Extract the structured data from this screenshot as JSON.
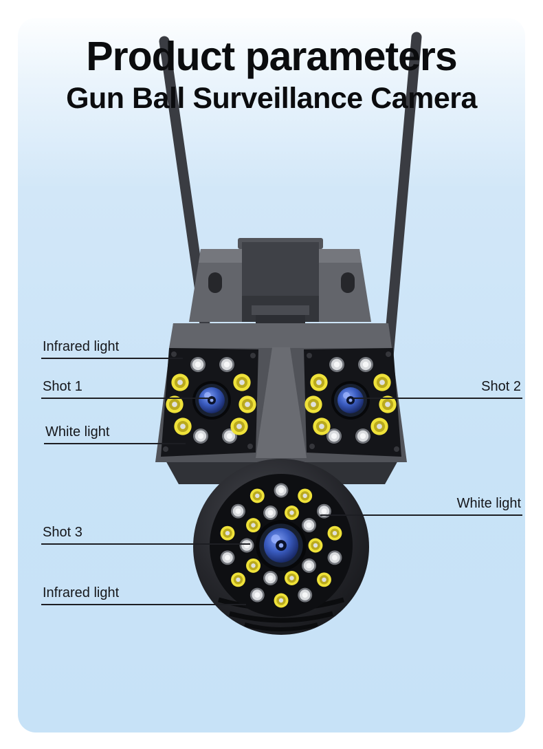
{
  "page": {
    "title": "Product parameters",
    "subtitle": "Gun Ball Surveillance Camera"
  },
  "callouts": {
    "infrared_top": "Infrared light",
    "shot1": "Shot 1",
    "white_left": "White light",
    "shot2": "Shot 2",
    "white_right": "White light",
    "shot3": "Shot 3",
    "infrared_bottom": "Infrared light"
  },
  "colors": {
    "background": "#c9e3f7",
    "panel_top": "#fdfeff",
    "camera_body": "#515359",
    "camera_panel": "#141519",
    "led_yellow": "#efe23a",
    "led_white": "#d9dbde",
    "callout_line": "#1d1e23",
    "text": "#0b0c0e"
  }
}
